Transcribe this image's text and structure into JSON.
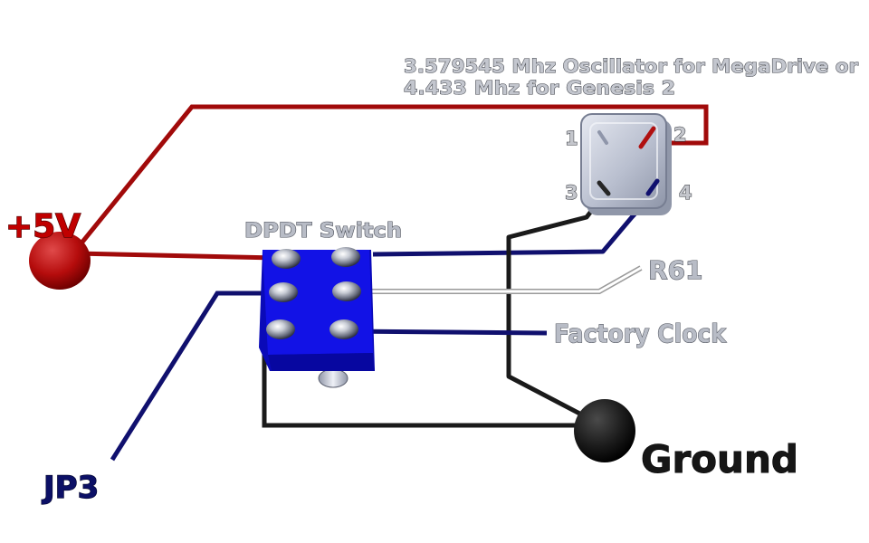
{
  "labels": {
    "oscillator_note_line1": "3.579545 Mhz Oscillator for MegaDrive or",
    "oscillator_note_line2": "4.433 Mhz for Genesis 2",
    "switch": "DPDT Switch",
    "power": "+5V",
    "jumper": "JP3",
    "resistor": "R61",
    "factory_clock": "Factory Clock",
    "ground": "Ground"
  },
  "oscillator_pins": [
    "1",
    "2",
    "3",
    "4"
  ],
  "colors": {
    "power_wire": "#a10a0a",
    "signal_wire": "#10106e",
    "ground_wire": "#1a1a1a",
    "r61_wire": "#ffffff",
    "switch_body": "#1010e6",
    "oscillator_body": "#c3c8d6",
    "power_terminal": "#b50c0c",
    "ground_terminal": "#1c1c1c"
  },
  "connections": [
    {
      "from": "+5V",
      "to": "oscillator-pin-2"
    },
    {
      "from": "+5V",
      "to": "switch-top-left-pin"
    },
    {
      "from": "oscillator-pin-4",
      "to": "switch-top-right-pin"
    },
    {
      "from": "oscillator-pin-3",
      "to": "Ground"
    },
    {
      "from": "switch-middle-left-pin",
      "to": "JP3"
    },
    {
      "from": "switch-middle-right-pin",
      "to": "R61"
    },
    {
      "from": "switch-bottom-right-pin",
      "to": "Factory Clock"
    },
    {
      "from": "switch-bottom-left-pin",
      "to": "Ground"
    }
  ]
}
